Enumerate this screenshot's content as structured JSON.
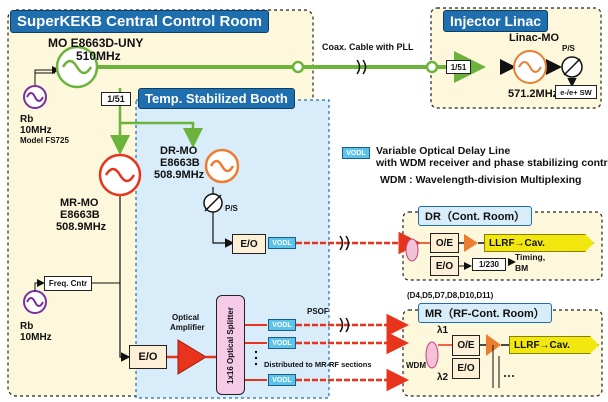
{
  "central_room": {
    "title": "SuperKEKB Central Control Room"
  },
  "injector": {
    "title": "Injector Linac",
    "mo_label": "Linac-MO",
    "freq": "571.2MHz",
    "divider": "1/51",
    "ps": "P/S",
    "sw": "e-/e+ SW"
  },
  "master": {
    "label": "MO E8663D-UNY",
    "freq": "510MHz",
    "divider": "1/51"
  },
  "cable": {
    "label": "Coax. Cable with PLL"
  },
  "rb_top": {
    "line1": "Rb",
    "line2": "10MHz",
    "model": "Model FS725"
  },
  "rb_bottom": {
    "line1": "Rb",
    "line2": "10MHz"
  },
  "booth": {
    "title": "Temp. Stabilized Booth"
  },
  "dr_mo": {
    "line1": "DR-MO",
    "line2": "E8663B",
    "line3": "508.9MHz",
    "ps": "P/S"
  },
  "mr_mo": {
    "line1": "MR-MO",
    "line2": "E8663B",
    "line3": "508.9MHz"
  },
  "freq_cntr": {
    "label": "Freq. Cntr"
  },
  "legend": {
    "badge": "VODL",
    "line1": "Variable Optical Delay Line",
    "line2": "with WDM receiver and phase stabilizing control",
    "wdm": "WDM : Wavelength-division Multiplexing"
  },
  "eo": {
    "label": "E/O"
  },
  "oe": {
    "label": "O/E"
  },
  "vodl": {
    "label": "VODL"
  },
  "optical_amp": {
    "line1": "Optical",
    "line2": "Amplifier"
  },
  "splitter": {
    "label": "1x16 Optical Splitter"
  },
  "psof": {
    "label": "PSOF"
  },
  "distributed": {
    "label": "Distributed to MR-RF sections"
  },
  "dr_room": {
    "title": "DR（Cont. Room）",
    "llrf": "LLRF→Cav.",
    "divider": "1/230",
    "timing": "Timing,",
    "bm": "BM"
  },
  "mr_room": {
    "title": "MR（RF-Cont. Room）",
    "sections": "(D4,D5,D7,D8,D10,D11)",
    "llrf": "LLRF→Cav.",
    "wdm": "WDM",
    "lambda1": "λ1",
    "lambda2": "λ2"
  }
}
